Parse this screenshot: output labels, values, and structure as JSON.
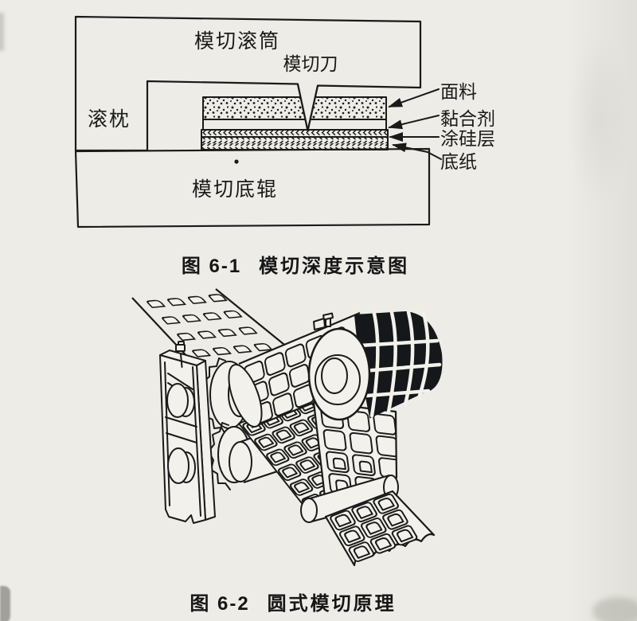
{
  "page": {
    "paper_color": "#edece7",
    "ink_color": "#1a1a1a",
    "die_color": "#15181a"
  },
  "figure1": {
    "labels": {
      "die_cylinder": "模切滚筒",
      "die_knife": "模切刀",
      "bearer": "滚枕",
      "face_stock": "面料",
      "adhesive": "黏合剂",
      "silicone_coat": "涂硅层",
      "base_paper": "底纸",
      "anvil_roller": "模切底辊"
    },
    "caption": {
      "number": "图 6-1",
      "title": "模切深度示意图"
    }
  },
  "figure2": {
    "caption": {
      "number": "图 6-2",
      "title": "圆式模切原理"
    }
  }
}
